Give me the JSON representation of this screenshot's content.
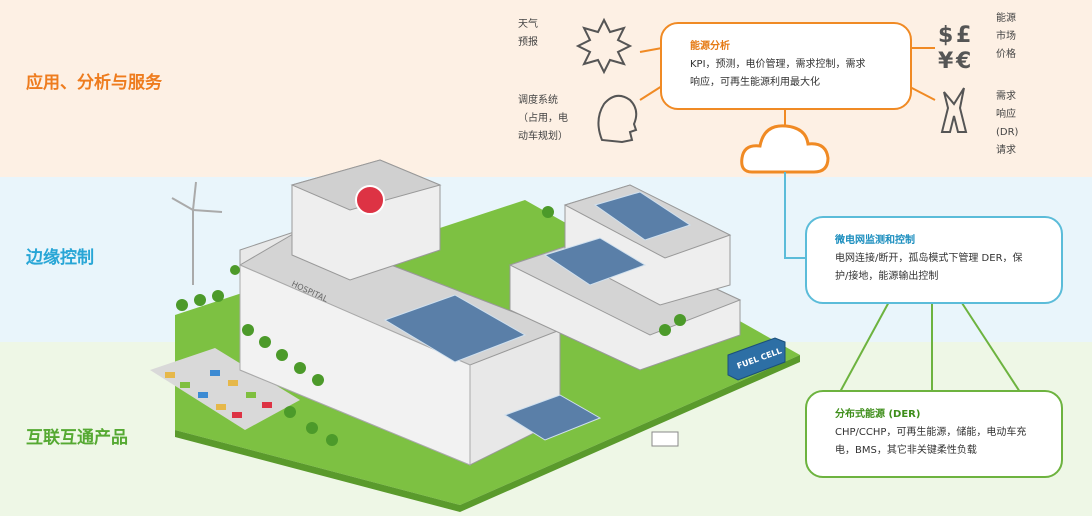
{
  "layers": {
    "top": "应用、分析与服务",
    "middle": "边缘控制",
    "bottom": "互联互通产品"
  },
  "annotations": {
    "weather": [
      "天气",
      "预报"
    ],
    "dispatch": [
      "调度系统",
      "（占用，电",
      "动车规划）"
    ],
    "market": [
      "能源",
      "市场",
      "价格"
    ],
    "dr": [
      "需求",
      "响应",
      "(DR)",
      "请求"
    ]
  },
  "boxes": {
    "energy_analysis": {
      "title": "能源分析",
      "line1": "KPI，预测，电价管理，需求控制，需求",
      "line2": "响应，可再生能源利用最大化"
    },
    "microgrid": {
      "title": "微电网监测和控制",
      "line1": "电网连接/断开，孤岛模式下管理 DER，保",
      "line2": "护/接地，能源输出控制"
    },
    "der": {
      "title": "分布式能源 (DER)",
      "line1": "CHP/CCHP，可再生能源，储能，电动车充",
      "line2": "电，BMS，其它非关键柔性负载"
    }
  },
  "building_labels": {
    "hospital": "HOSPITAL",
    "fuel_cell": "FUEL CELL"
  },
  "colors": {
    "orange": "#f08a24",
    "blue": "#5bbcd9",
    "green": "#6db33f"
  }
}
